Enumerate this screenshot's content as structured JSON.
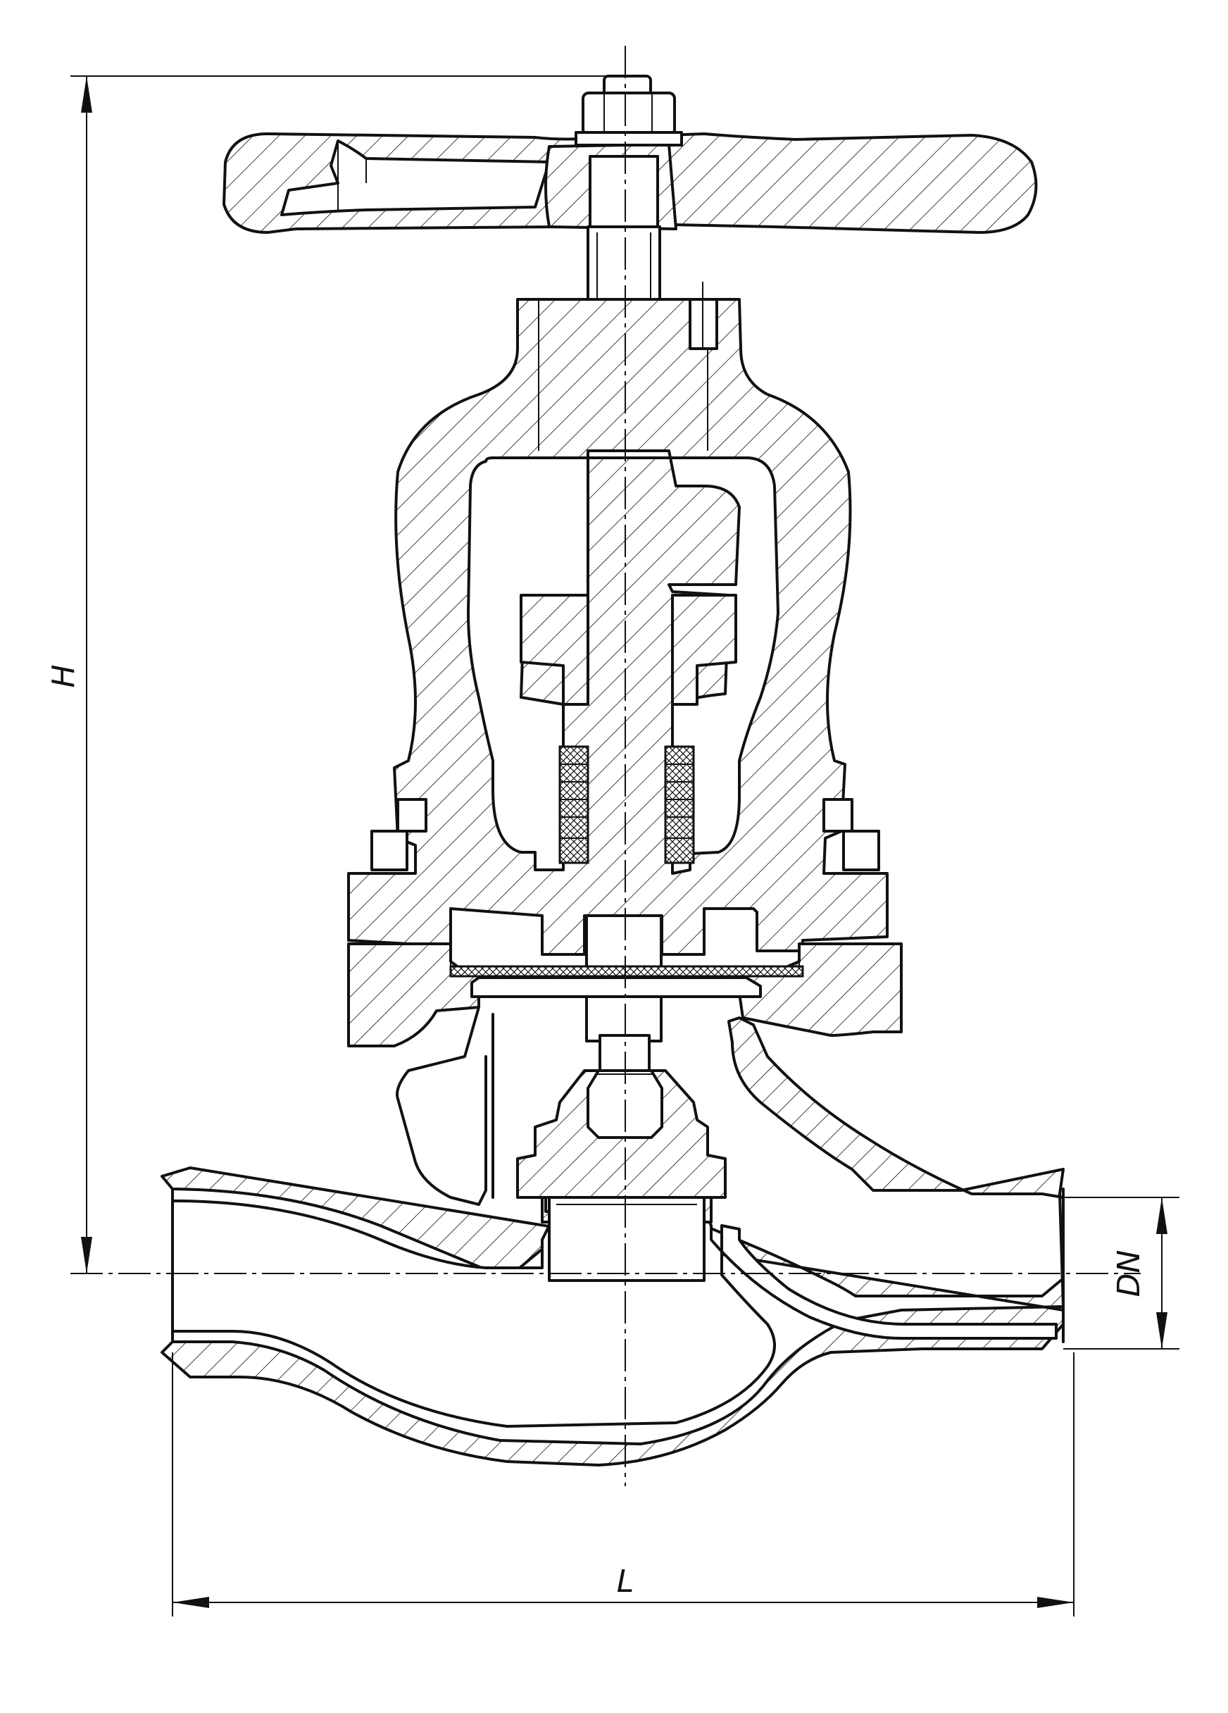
{
  "dimensions": {
    "height_label": "H",
    "length_label": "L",
    "bore_label": "DN"
  },
  "colors": {
    "line": "#111111",
    "background": "#ffffff"
  }
}
